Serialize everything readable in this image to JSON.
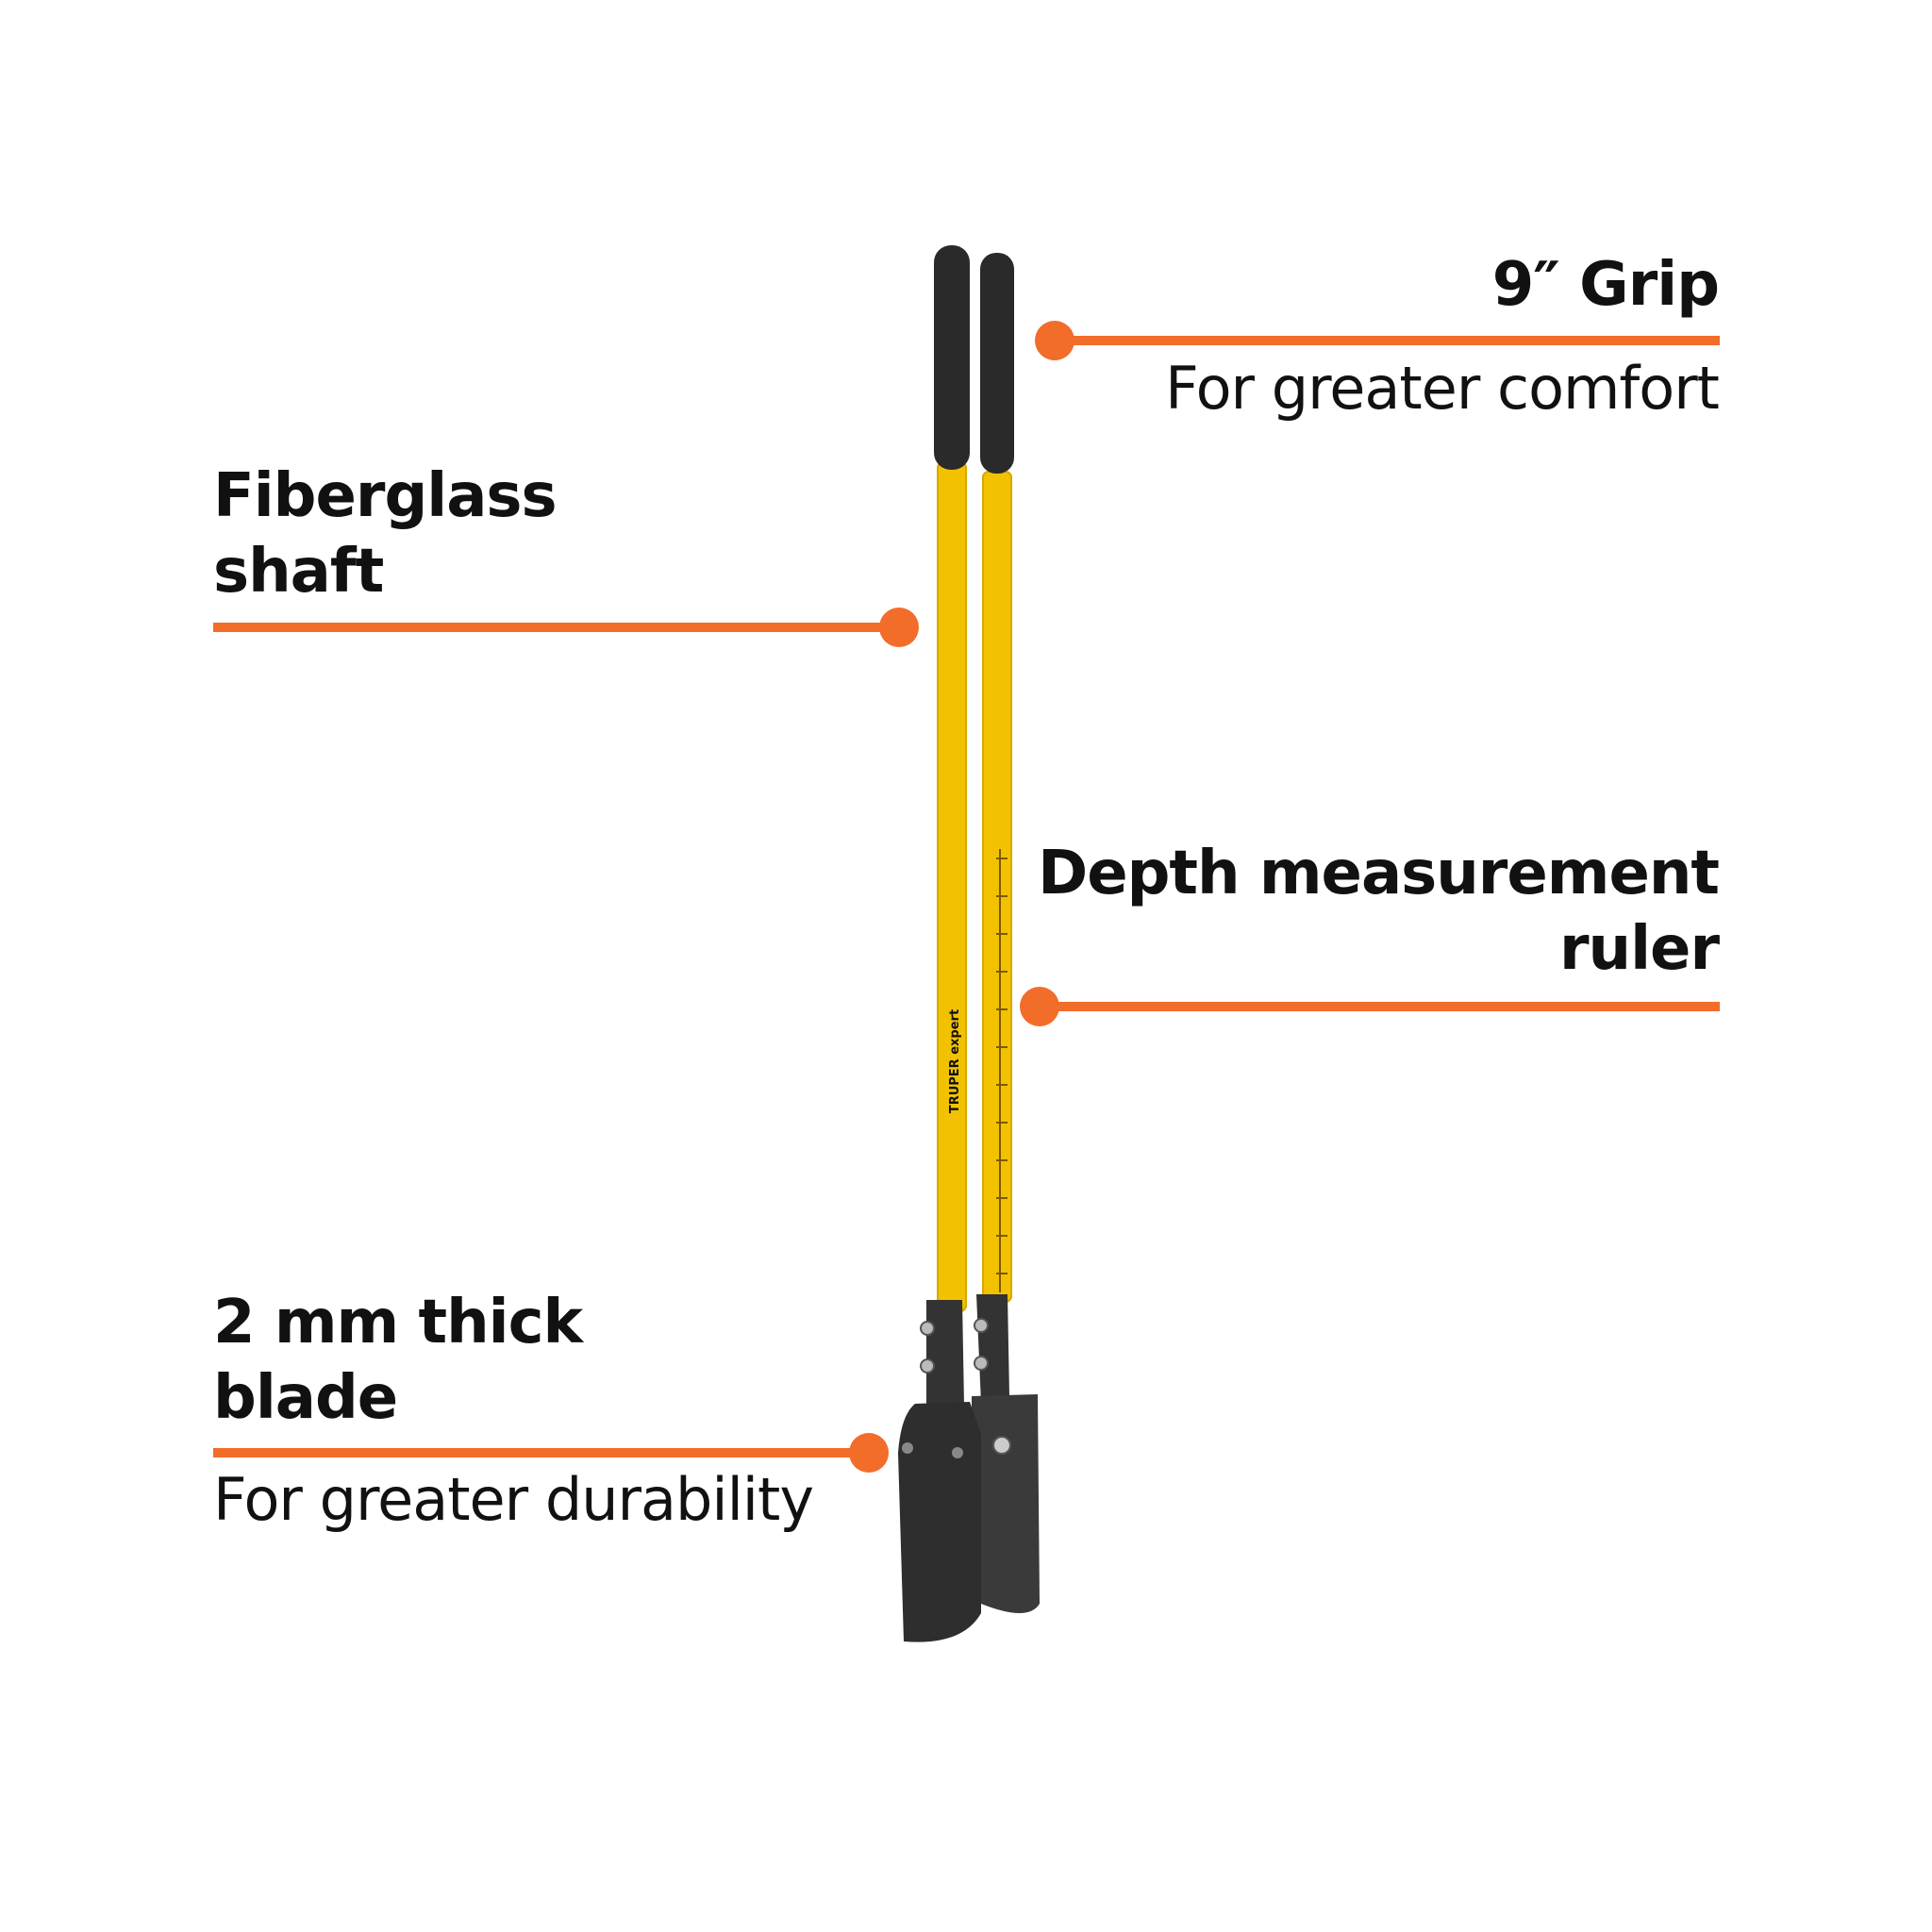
{
  "colors": {
    "accent": "#F26C2A",
    "shaft": "#F2C200",
    "grip": "#2A2A2A",
    "blade": "#2E2E2E",
    "text": "#111111"
  },
  "callouts": {
    "grip": {
      "title": "9″ Grip",
      "subtitle": "For greater comfort"
    },
    "shaft": {
      "title_line1": "Fiberglass",
      "title_line2": "shaft"
    },
    "ruler": {
      "title_line1": "Depth measurement",
      "title_line2": "ruler"
    },
    "blade": {
      "title_line1": "2 mm thick",
      "title_line2": "blade",
      "subtitle": "For greater durability"
    }
  },
  "product": {
    "brand": "TRUPER expert",
    "icon": "post-hole-digger-icon"
  }
}
